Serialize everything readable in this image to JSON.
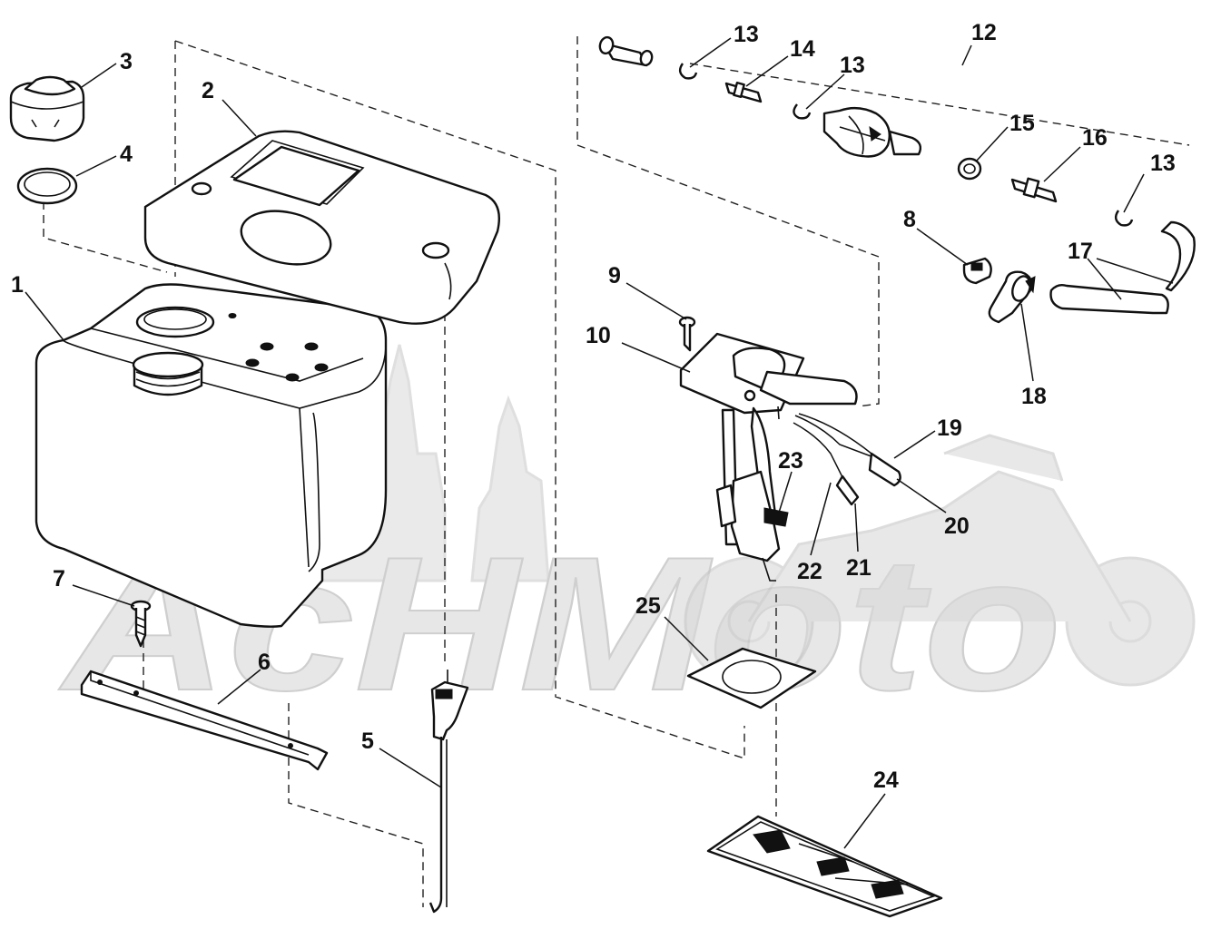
{
  "watermark": {
    "text": "AcHMoto"
  },
  "callouts": [
    {
      "id": "c1",
      "label": "1"
    },
    {
      "id": "c2",
      "label": "2"
    },
    {
      "id": "c3",
      "label": "3"
    },
    {
      "id": "c4",
      "label": "4"
    },
    {
      "id": "c5",
      "label": "5"
    },
    {
      "id": "c6",
      "label": "6"
    },
    {
      "id": "c7",
      "label": "7"
    },
    {
      "id": "c8",
      "label": "8"
    },
    {
      "id": "c9",
      "label": "9"
    },
    {
      "id": "c10",
      "label": "10"
    },
    {
      "id": "c12",
      "label": "12"
    },
    {
      "id": "c13a",
      "label": "13"
    },
    {
      "id": "c13b",
      "label": "13"
    },
    {
      "id": "c13c",
      "label": "13"
    },
    {
      "id": "c14",
      "label": "14"
    },
    {
      "id": "c15",
      "label": "15"
    },
    {
      "id": "c16",
      "label": "16"
    },
    {
      "id": "c17",
      "label": "17"
    },
    {
      "id": "c18",
      "label": "18"
    },
    {
      "id": "c19",
      "label": "19"
    },
    {
      "id": "c20",
      "label": "20"
    },
    {
      "id": "c21",
      "label": "21"
    },
    {
      "id": "c22",
      "label": "22"
    },
    {
      "id": "c23",
      "label": "23"
    },
    {
      "id": "c24",
      "label": "24"
    },
    {
      "id": "c25",
      "label": "25"
    }
  ]
}
